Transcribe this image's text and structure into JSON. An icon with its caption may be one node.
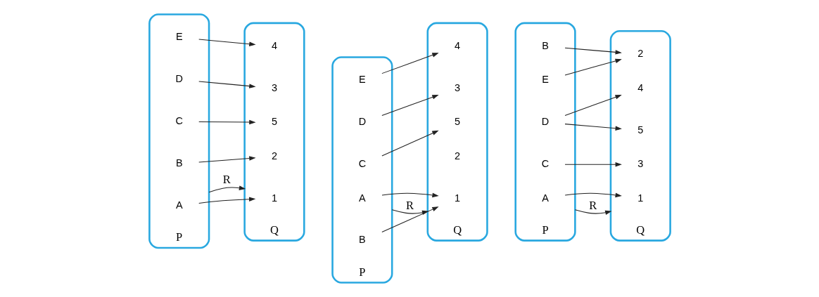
{
  "diagram": {
    "nodes": [
      {
        "text": [
          "P"
        ]
      },
      {
        "text": [
          "A"
        ],
        "in": 0
      },
      {
        "text": [
          "B"
        ],
        "in": 0
      },
      {
        "text": [
          "C"
        ],
        "in": 0
      },
      {
        "text": [
          "D"
        ],
        "in": 0
      },
      {
        "text": [
          "E"
        ],
        "in": 0
      },
      {
        "text": [
          "Q"
        ]
      },
      {
        "text": [
          "1"
        ],
        "in": 6
      },
      {
        "text": [
          "2"
        ],
        "in": 6
      },
      {
        "text": [
          "3"
        ],
        "in": 6
      },
      {
        "text": [
          "4"
        ],
        "in": 6
      },
      {
        "text": [
          "5"
        ],
        "in": 6
      },
      {
        "text": [
          "P"
        ]
      },
      {
        "text": [
          "A"
        ],
        "in": 12
      },
      {
        "text": [
          "B"
        ],
        "in": 12
      },
      {
        "text": [
          "C"
        ],
        "in": 12
      },
      {
        "text": [
          "D"
        ],
        "in": 12
      },
      {
        "text": [
          "E"
        ],
        "in": 12
      },
      {
        "text": [
          "Q"
        ]
      },
      {
        "text": [
          "1"
        ],
        "in": 18
      },
      {
        "text": [
          "2"
        ],
        "in": 18
      },
      {
        "text": [
          "3"
        ],
        "in": 18
      },
      {
        "text": [
          "4"
        ],
        "in": 18
      },
      {
        "text": [
          "5"
        ],
        "in": 18
      },
      {
        "text": [
          "P"
        ]
      },
      {
        "text": [
          "A"
        ],
        "in": 24
      },
      {
        "text": [
          "B"
        ],
        "in": 24
      },
      {
        "text": [
          "C"
        ],
        "in": 24
      },
      {
        "text": [
          "D"
        ],
        "in": 24
      },
      {
        "text": [
          "E"
        ],
        "in": 24
      },
      {
        "text": [
          "Q"
        ]
      },
      {
        "text": [
          "1"
        ],
        "in": 30
      },
      {
        "text": [
          "2"
        ],
        "in": 30
      },
      {
        "text": [
          "3"
        ],
        "in": 30
      },
      {
        "text": [
          "4"
        ],
        "in": 30
      },
      {
        "text": [
          "5"
        ],
        "in": 30
      }
    ],
    "edges": [
      {
        "from": 0,
        "to": 6,
        "arrow": "to",
        "label": "R"
      },
      {
        "from": 1,
        "to": 7,
        "arrow": "to"
      },
      {
        "from": 2,
        "to": 8,
        "arrow": "to"
      },
      {
        "from": 3,
        "to": 11,
        "arrow": "to"
      },
      {
        "from": 4,
        "to": 9,
        "arrow": "to"
      },
      {
        "from": 5,
        "to": 10,
        "arrow": "to"
      },
      {
        "from": 12,
        "to": 18,
        "arrow": "to",
        "label": "R"
      },
      {
        "from": 13,
        "to": 19,
        "arrow": "to"
      },
      {
        "from": 14,
        "to": 19,
        "arrow": "to"
      },
      {
        "from": 15,
        "to": 23,
        "arrow": "to"
      },
      {
        "from": 16,
        "to": 21,
        "arrow": "to"
      },
      {
        "from": 17,
        "to": 22,
        "arrow": "to"
      },
      {
        "from": 24,
        "to": 30,
        "arrow": "to",
        "label": "R"
      },
      {
        "from": 25,
        "to": 31,
        "arrow": "to"
      },
      {
        "from": 26,
        "to": 32,
        "arrow": "to"
      },
      {
        "from": 27,
        "to": 33,
        "arrow": "to"
      },
      {
        "from": 28,
        "to": 34,
        "arrow": "to"
      },
      {
        "from": 28,
        "to": 35,
        "arrow": "to"
      },
      {
        "from": 29,
        "to": 32,
        "arrow": "to"
      }
    ]
  }
}
